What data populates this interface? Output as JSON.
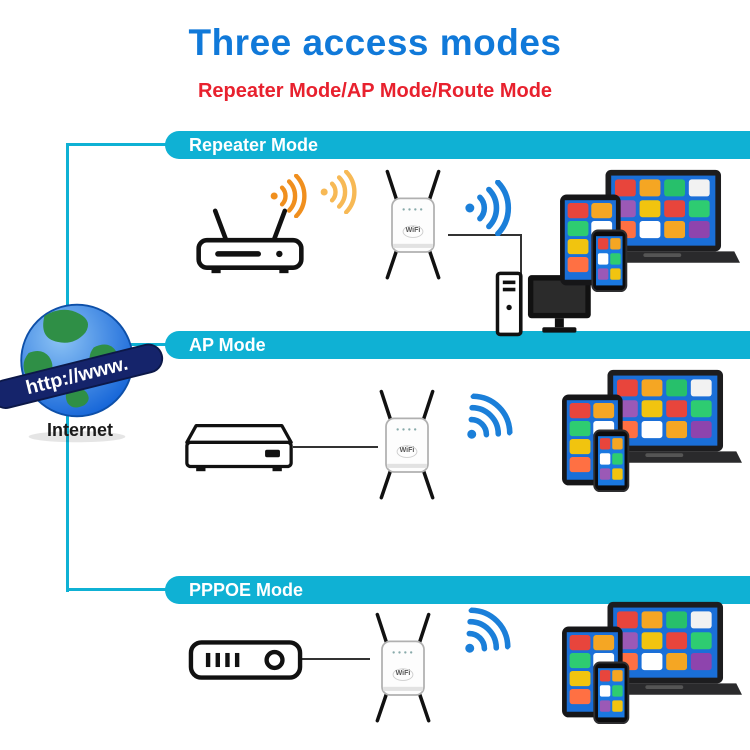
{
  "page": {
    "title": "Three access modes",
    "subtitle": "Repeater Mode/AP Mode/Route Mode"
  },
  "sections": [
    {
      "label": "Repeater Mode"
    },
    {
      "label": "AP Mode"
    },
    {
      "label": "PPPOE Mode"
    }
  ],
  "internet": {
    "label": "Internet",
    "banner_text": "http://www."
  },
  "repeater_device": {
    "logo_text": "WiFi"
  },
  "icons": {
    "globe": "globe-icon",
    "router": "router-icon",
    "repeater": "repeater-icon",
    "wifi_signal": "wifi-signal-icon",
    "devices": "devices-cluster-icon",
    "desktop_pc": "desktop-pc-icon",
    "modem": "modem-icon"
  },
  "colors": {
    "accent_cyan": "#0FB1D4",
    "title_blue": "#1079D9",
    "subtitle_red": "#E8212E",
    "wifi_orange": "#F08F1E",
    "wifi_blue": "#1B7FD9",
    "screen_blue": "#1A6FD8"
  }
}
